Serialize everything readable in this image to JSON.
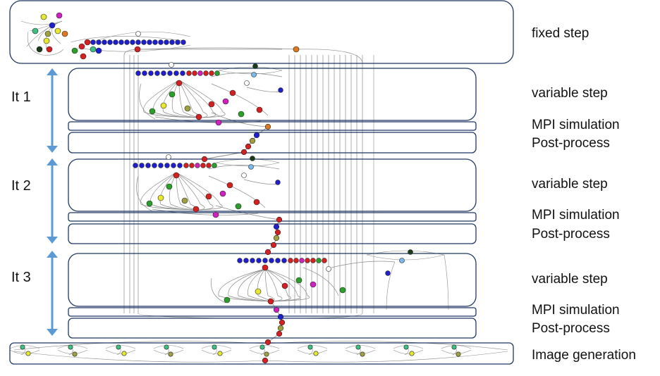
{
  "colors": {
    "frame": "#1f3864",
    "arrow": "#5b9bd5",
    "edge": "#8c8c8c",
    "blue_node": "#1f1fd0",
    "red_node": "#d42020",
    "green_node": "#2aa02a",
    "yellow_node": "#e8e830",
    "magenta_node": "#d020c0",
    "orange_node": "#e07820",
    "cyan_node": "#40c080",
    "lightblue_node": "#7ab8f0",
    "white_node": "#ffffff",
    "dark_node": "#1a3a1a",
    "olive_node": "#a0a040",
    "gray_node": "#707070"
  },
  "stages": [
    {
      "id": "fixed",
      "label": "fixed step"
    },
    {
      "id": "var1",
      "label": "variable step"
    },
    {
      "id": "mpi1",
      "label": "MPI simulation"
    },
    {
      "id": "post1",
      "label": "Post-process"
    },
    {
      "id": "var2",
      "label": "variable step"
    },
    {
      "id": "mpi2",
      "label": "MPI simulation"
    },
    {
      "id": "post2",
      "label": "Post-process"
    },
    {
      "id": "var3",
      "label": "variable step"
    },
    {
      "id": "mpi3",
      "label": "MPI simulation"
    },
    {
      "id": "post3",
      "label": "Post-process"
    },
    {
      "id": "img",
      "label": "Image generation"
    }
  ],
  "iterations": [
    {
      "label": "It 1"
    },
    {
      "label": "It 2"
    },
    {
      "label": "It 3"
    }
  ]
}
